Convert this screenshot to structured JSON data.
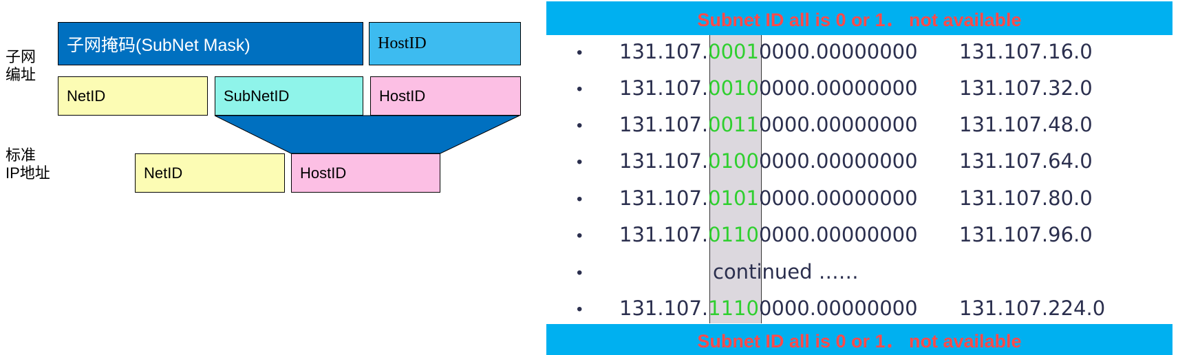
{
  "left": {
    "subnet_label_line1": "子网",
    "subnet_label_line2": "编址",
    "standard_label_line1": "标准",
    "standard_label_line2": "IP地址",
    "mask_box": "子网掩码(SubNet  Mask)",
    "host_top_box": "HostID",
    "net_box": "NetID",
    "subnet_box": "SubNetID",
    "host_box": "HostID",
    "std_net_box": "NetID",
    "std_host_box": "HostID"
  },
  "right": {
    "top_banner": "Subnet ID all is 0 or 1． not available",
    "bottom_banner": "Subnet ID all is 0 or 1． not available",
    "rows": [
      {
        "prefix": "131.107.",
        "bits": "0001",
        "rest": "0000.00000000",
        "result": "131.107.16.0"
      },
      {
        "prefix": "131.107.",
        "bits": "0010",
        "rest": "0000.00000000",
        "result": "131.107.32.0"
      },
      {
        "prefix": "131.107.",
        "bits": "0011",
        "rest": "0000.00000000",
        "result": "131.107.48.0"
      },
      {
        "prefix": "131.107.",
        "bits": "0100",
        "rest": "0000.00000000",
        "result": "131.107.64.0"
      },
      {
        "prefix": "131.107.",
        "bits": "0101",
        "rest": "0000.00000000",
        "result": "131.107.80.0"
      },
      {
        "prefix": "131.107.",
        "bits": "0110",
        "rest": "0000.00000000",
        "result": "131.107.96.0"
      },
      {
        "continued": "continued ……"
      },
      {
        "prefix": "131.107.",
        "bits": "1110",
        "rest": "0000.00000000",
        "result": "131.107.224.0"
      }
    ],
    "bullet": "•"
  },
  "colors": {
    "mask_blue": "#0070c0",
    "banner_blue": "#00b0f0",
    "banner_text": "#ff4a4a",
    "bits_green": "#2fcf2f",
    "netid_yellow": "#fcfcb4",
    "subnet_cyan": "#8ff4ea",
    "host_pink": "#fcbfe4"
  }
}
